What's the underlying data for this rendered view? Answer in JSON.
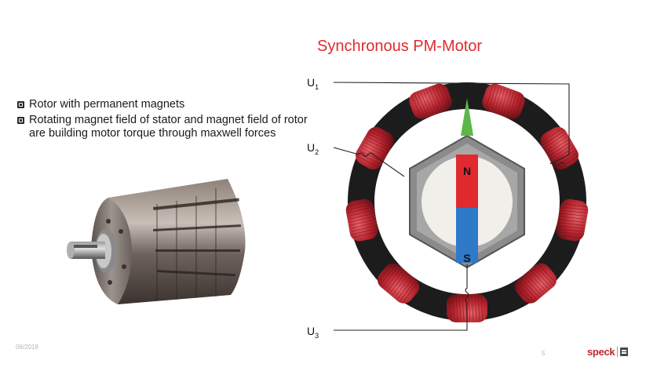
{
  "slide": {
    "title": "Synchronous PM-Motor",
    "bullets": [
      "Rotor with permanent magnets",
      "Rotating magnet field of stator and magnet field of rotor are building motor torque through maxwell forces"
    ],
    "diagram": {
      "windings": [
        {
          "base": "U",
          "sub": "1"
        },
        {
          "base": "U",
          "sub": "2"
        },
        {
          "base": "U",
          "sub": "3"
        }
      ],
      "magnet_north": "N",
      "magnet_south": "S"
    },
    "footer": {
      "date": "06/2018",
      "page": "5",
      "logo_text": "speck"
    },
    "colors": {
      "title": "#e02a2f",
      "north": "#e02a2f",
      "south": "#2f79c9",
      "coil": "#b5222c",
      "pointer": "#5bb848",
      "logo": "#c0282d"
    }
  }
}
